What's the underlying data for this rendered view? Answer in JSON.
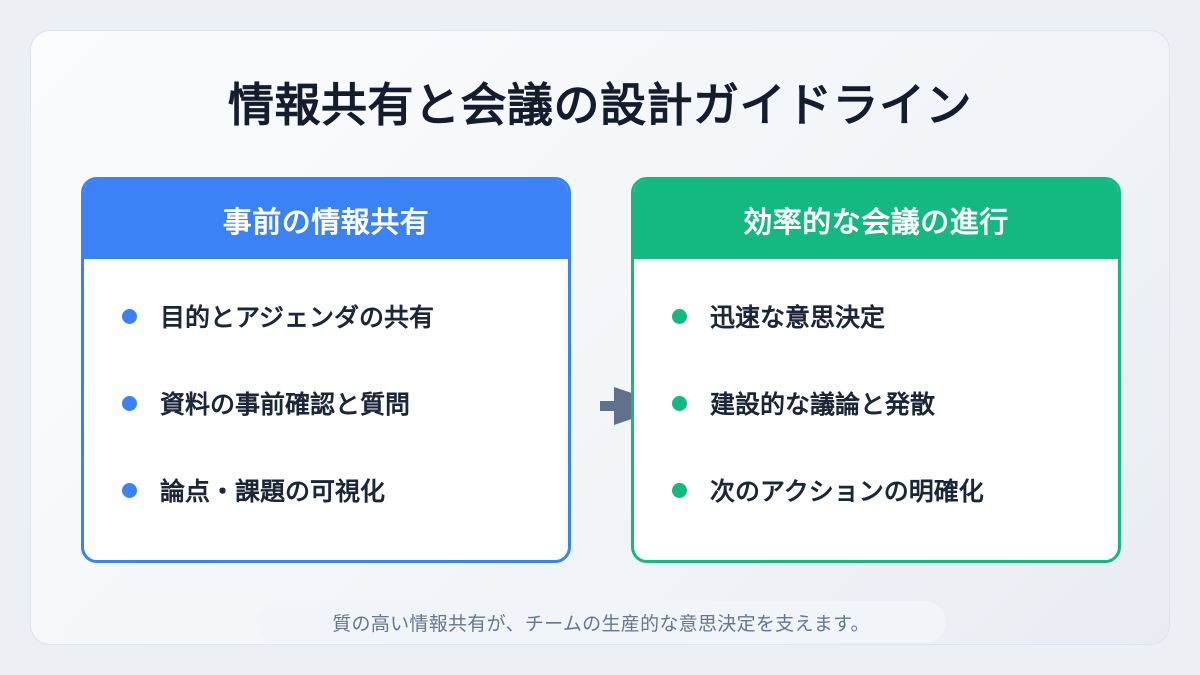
{
  "page": {
    "title": "情報共有と会議の設計ガイドライン",
    "background_color": "#eceff3",
    "panel_border_color": "#dde4ec",
    "title_color": "#141c2e"
  },
  "cards": [
    {
      "id": "pre-meeting-sharing",
      "header": "事前の情報共有",
      "accent_color": "#3b82f6",
      "items": [
        "目的とアジェンダの共有",
        "資料の事前確認と質問",
        "論点・課題の可視化"
      ]
    },
    {
      "id": "efficient-meeting",
      "header": "効率的な会議の進行",
      "accent_color": "#13b981",
      "items": [
        "迅速な意思決定",
        "建設的な議論と発散",
        "次のアクションの明確化"
      ]
    }
  ],
  "connector": {
    "icon": "arrow-right-icon",
    "color": "#5f7289",
    "direction": "left-to-right"
  },
  "footer": {
    "text": "質の高い情報共有が、チームの生産的な意思決定を支えます。",
    "text_color": "#66768c",
    "pill_color": "#f1f4f9"
  }
}
